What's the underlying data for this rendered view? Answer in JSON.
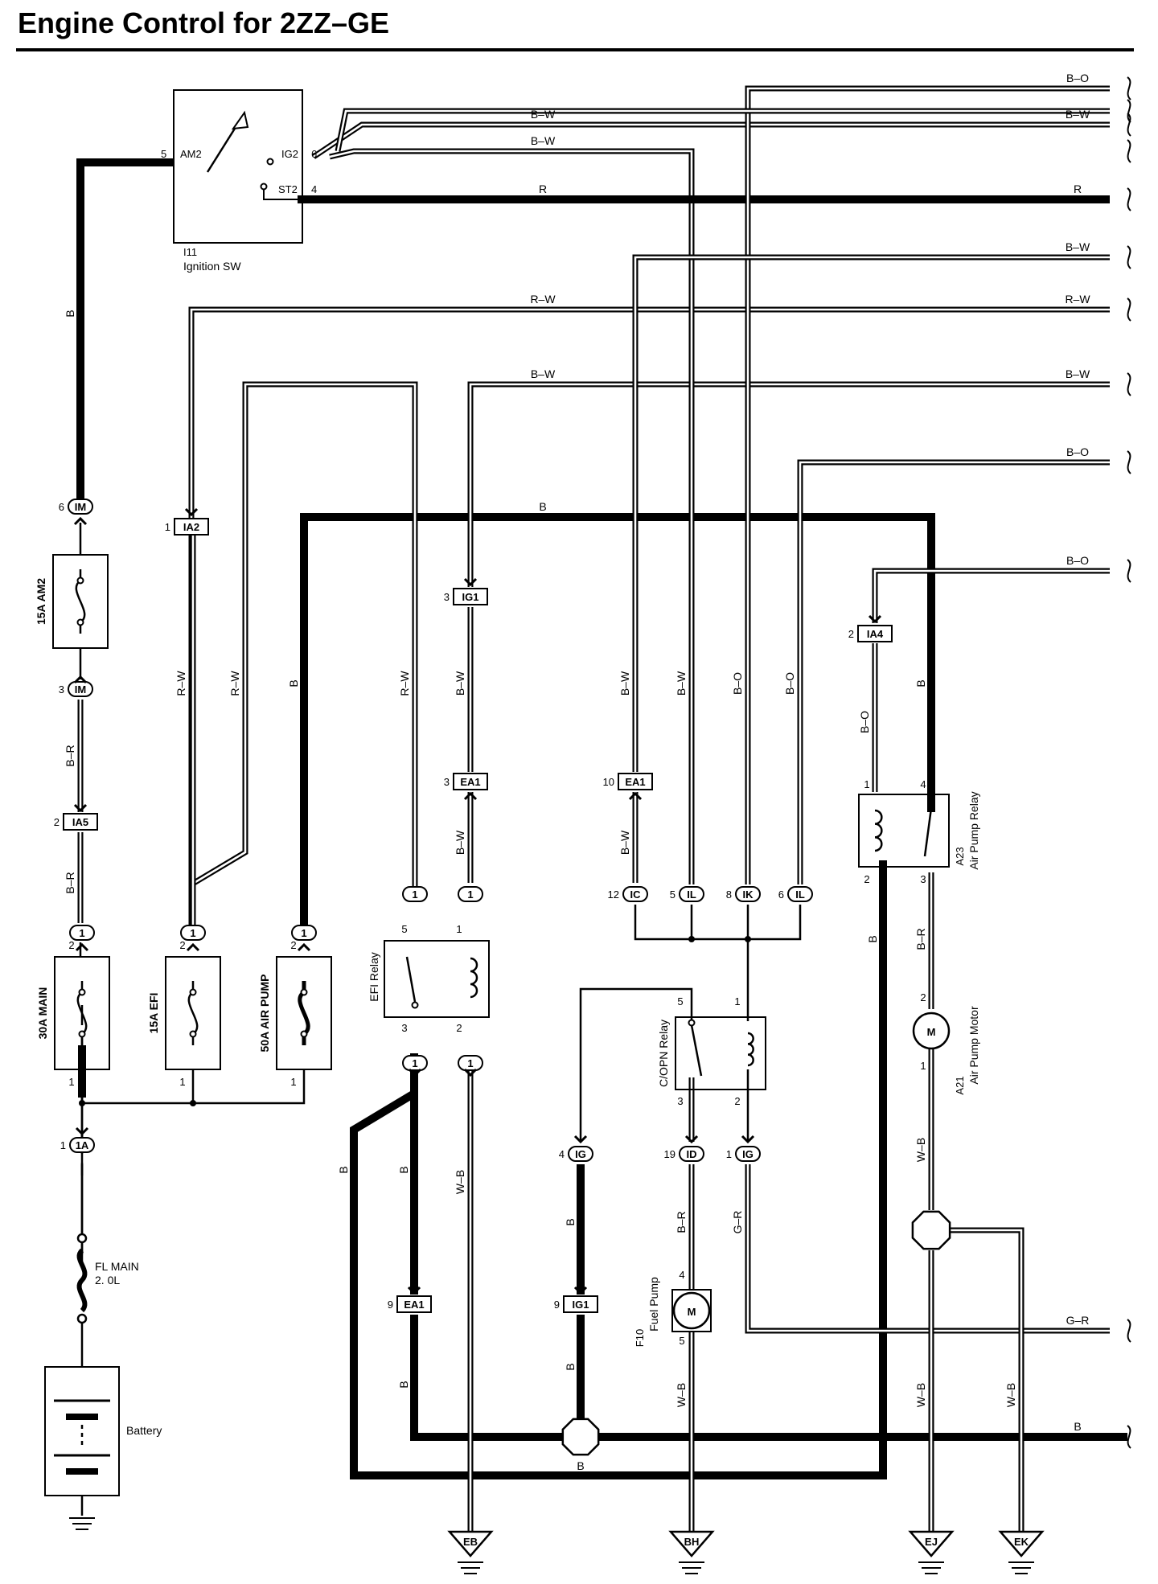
{
  "title": "Engine Control for 2ZZ–GE",
  "colors": {
    "ink": "#000000",
    "paper": "#ffffff"
  },
  "components": {
    "ignition_sw": {
      "code": "I11",
      "name": "Ignition SW",
      "term_am2": "AM2",
      "term_ig2": "IG2",
      "term_st2": "ST2",
      "pin_am2": "5",
      "pin_ig2": "6",
      "pin_st2": "4"
    },
    "fuse_am2": "15A AM2",
    "fuse_main": "30A MAIN",
    "fuse_efi": "15A EFI",
    "fuse_air_pump": "50A AIR PUMP",
    "fl_main": [
      "FL MAIN",
      "2. 0L"
    ],
    "battery": "Battery",
    "efi_relay": "EFI Relay",
    "copn_relay": "C/OPN Relay",
    "air_pump_relay": {
      "code": "A23",
      "name": "Air Pump Relay"
    },
    "air_pump_motor": {
      "code": "A21",
      "name": "Air Pump Motor"
    },
    "fuel_pump": {
      "code": "F10",
      "name": "Fuel Pump"
    },
    "motor_symbol": "M"
  },
  "connectors": [
    {
      "pin": "6",
      "code": "IM"
    },
    {
      "pin": "3",
      "code": "IM"
    },
    {
      "pin": "2",
      "code": "IA5"
    },
    {
      "pin": "1",
      "code": "IA2"
    },
    {
      "pin": "3",
      "code": "IG1"
    },
    {
      "pin": "3",
      "code": "EA1"
    },
    {
      "pin": "10",
      "code": "EA1"
    },
    {
      "pin": "2",
      "code": "IA4"
    },
    {
      "pin": "1",
      "code": "1A"
    },
    {
      "pin": "9",
      "code": "EA1"
    },
    {
      "pin": "9",
      "code": "IG1"
    },
    {
      "pin": "4",
      "code": "IG"
    },
    {
      "pin": "19",
      "code": "ID"
    },
    {
      "pin": "1",
      "code": "IG"
    },
    {
      "pin": "12",
      "code": "IC"
    },
    {
      "pin": "5",
      "code": "IL"
    },
    {
      "pin": "8",
      "code": "IK"
    },
    {
      "pin": "6",
      "code": "IL"
    },
    {
      "pin": "",
      "code": "1"
    }
  ],
  "pins": [
    "1",
    "2",
    "3",
    "4",
    "5"
  ],
  "wire_colors": [
    "B–O",
    "B–W",
    "R",
    "R–W",
    "B",
    "B–R",
    "W–B",
    "G–R"
  ],
  "grounds": [
    "EB",
    "BH",
    "EJ",
    "EK"
  ]
}
